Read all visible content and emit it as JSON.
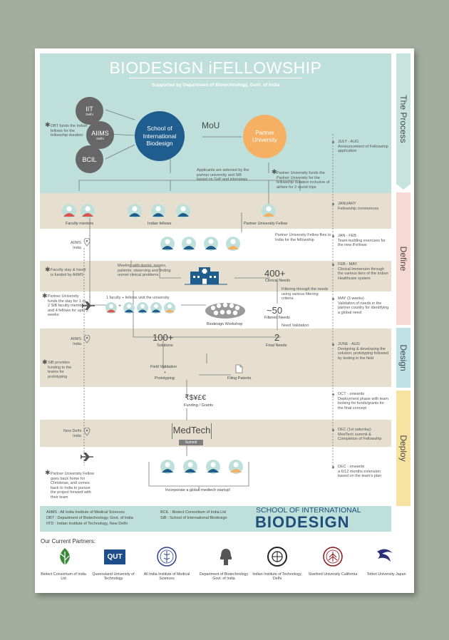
{
  "title": "BIODESIGN iFELLOWSHIP",
  "subtitle": "Supported by Department of Biotechnology, Govt. of India",
  "phases": {
    "process": "The Process",
    "define": "Define",
    "design": "Design",
    "deploy": "Deploy"
  },
  "top": {
    "iit": "IIT",
    "iit_sub": "Delhi",
    "aiims": "AIIMS",
    "aiims_sub": "Delhi",
    "bcil": "BCIL",
    "sib": "School of International Biodesign",
    "mou": "MoU",
    "partner": "Partner University",
    "dbt_note": "DBT funds the Indian fellows for the fellowship duration",
    "applicants_note": "Applicants are selected by the partner university and SiB based on SoP and interviews",
    "partner_fund_note": "Partner University funds the Partner University for the fellowship duration inclusive of airfare for 2 round trips"
  },
  "flow": {
    "faculty_mentors": "Faculty mentors",
    "indian_fellows": "Indian fellows",
    "partner_fellow": "Partner University Fellow",
    "aiims_india_1": "AIIMS India",
    "aiims_india_2": "AIIMS India",
    "new_delhi": "New Delhi India",
    "partner_flies": "Partner University Fellow flies to India for the fellowship",
    "faculty_stay": "Faculty stay & travel is funded by AIIMS",
    "meeting": "Meeting with doctor, nurses, patients; observing and finding unmet clinical problems",
    "needs_400": "400+",
    "clinical_needs": "Clinical Needs",
    "filtering": "Filtering through the needs using various filtering criteria",
    "partner_stay": "Partner University funds the stay for 1 or 2 SiB faculty members and 4 fellows for upto 3 weeks",
    "visit": "1 faculty + fellows visit the university",
    "workshop": "Biodesign Workshop",
    "needs_50": "~50",
    "filtered_needs": "Filtered Needs",
    "need_validation": "Need Validation",
    "solutions_100": "100+",
    "solutions": "Solutions",
    "final_2": "2",
    "final_needs": "Final Needs",
    "sib_funding": "SiB provides funding to the teams for prototyping",
    "field_validation": "Field Validation",
    "plus": "+",
    "prototyping": "Prototyping",
    "filing_patents": "Filing Patents",
    "currency": "₹$¥£€",
    "funding": "Funding / Grants",
    "medtech": "MedTech",
    "summit": "Summit",
    "goes_back": "Partner University Fellow goes back home for Christmas, and comes back to India to pursue the project forward with their team",
    "startup": "Incorporate a global medtech startup!"
  },
  "timeline": [
    {
      "label": "JULY - AUG",
      "text": "Announcement of Fellowship application"
    },
    {
      "label": "JANUARY",
      "text": "Fellowship commences"
    },
    {
      "label": "JAN - FEB",
      "text": "Team-building exercises for the new iFellows"
    },
    {
      "label": "FEB - MAY",
      "text": "Clinical Immersion through the various tiers of the Indian Healthcare system"
    },
    {
      "label": "MAY (3 weeks)",
      "text": "Validation of needs in the partner country for identifying a global need"
    },
    {
      "label": "JUNE - AUG",
      "text": "Designing & developing the solution; prototyping followed by testing in the field"
    },
    {
      "label": "OCT - onwards",
      "text": "Deployment phase with team looking for funds/grants for the final concept"
    },
    {
      "label": "DEC (1st saturday)",
      "text": "MedTech summit & Completion of Fellowship"
    },
    {
      "label": "DEC - onwards",
      "text": "a 6/12 months extension based on the team's plan"
    }
  ],
  "abbr": {
    "a1": "AIIMS : All India Institute of Medical Sciences",
    "a2": "DBT : Department of Biotechnology, Govt. of India",
    "a3": "IITD : Indian Institute of Technology, New Delhi",
    "b1": "BCIL : Biotect Consortium of India Ltd",
    "b2": "SiB : School of International Biodesign"
  },
  "logo": {
    "line1": "SCHOOL OF INTERNATIONAL",
    "line2": "BIODESIGN"
  },
  "partners_title": "Our Current Partners:",
  "partners": [
    {
      "name": "Biotect Consortium of India Ltd",
      "icon": "bcil-leaf-icon"
    },
    {
      "name": "Queensland University of Technology",
      "icon": "qut-icon",
      "logo_text": "QUT"
    },
    {
      "name": "All India Institute of Medical Sciences",
      "icon": "aiims-emblem-icon"
    },
    {
      "name": "Department of Biotechnology Govt. of India",
      "icon": "india-emblem-icon"
    },
    {
      "name": "Indian Institute of Technology, Delhi",
      "icon": "iit-emblem-icon"
    },
    {
      "name": "Stanford University California",
      "icon": "stanford-seal-icon"
    },
    {
      "name": "Tottori University Japan",
      "icon": "tottori-icon"
    }
  ],
  "colors": {
    "teal_band": "#bfe0da",
    "beige_band": "#e6dfd0",
    "navy": "#1f5d8e",
    "orange": "#f5b063",
    "grey_circle": "#666666",
    "red_person": "#d9534f"
  }
}
